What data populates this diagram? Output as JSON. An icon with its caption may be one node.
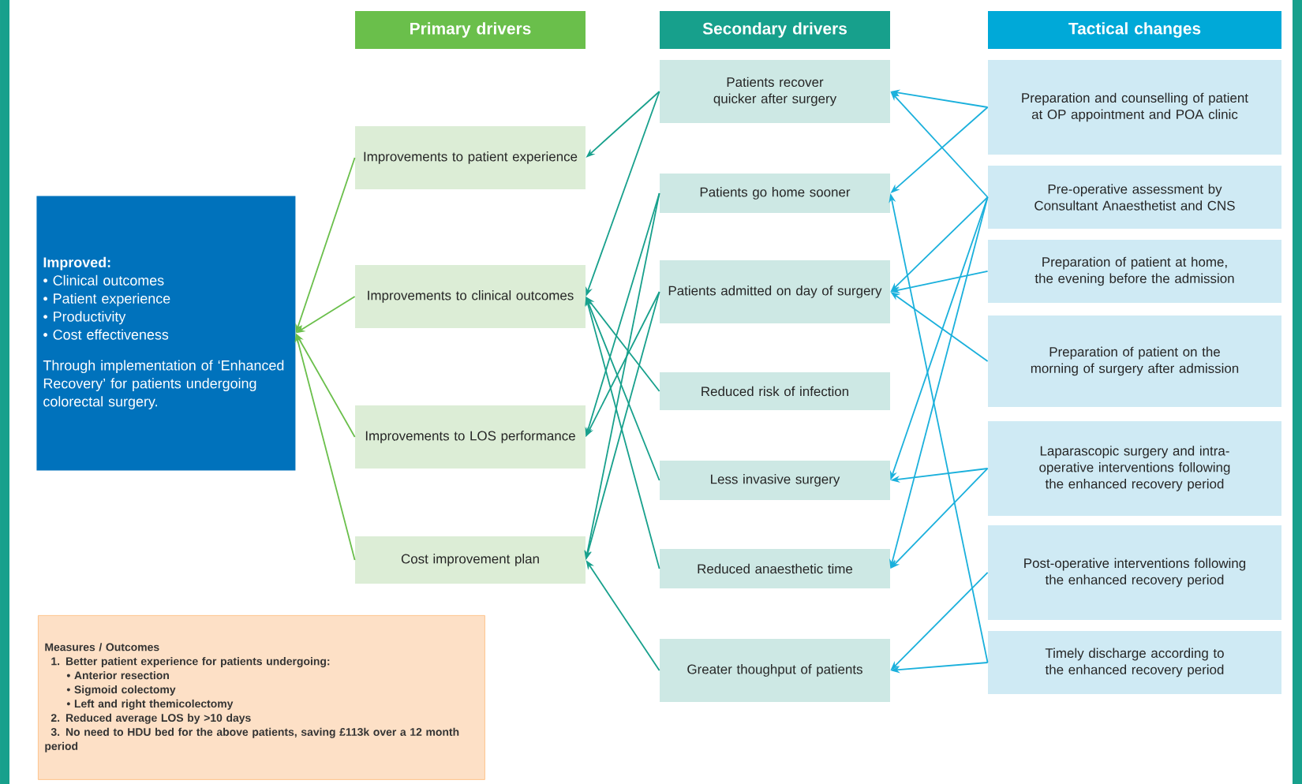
{
  "diagram": {
    "nodes": [
      {
        "text": [
          "Primary drivers"
        ]
      },
      {
        "text": [
          "Secondary drivers"
        ]
      },
      {
        "text": [
          "Tactical changes"
        ]
      },
      {
        "text": [
          "Improved:",
          "• Clinical outcomes",
          "• Patient experience",
          "• Productivity",
          "• Cost effectiveness",
          "Through implementation of ‘Enhanced Recovery’ for patients undergoing colorectal surgery."
        ]
      },
      {
        "text": [
          "Improvements to patient experience"
        ]
      },
      {
        "text": [
          "Improvements to clinical outcomes"
        ]
      },
      {
        "text": [
          "Improvements to LOS performance"
        ]
      },
      {
        "text": [
          "Cost improvement plan"
        ]
      },
      {
        "text": [
          "Patients recover quicker after surgery"
        ]
      },
      {
        "text": [
          "Patients go home sooner"
        ]
      },
      {
        "text": [
          "Patients admitted on day of surgery"
        ]
      },
      {
        "text": [
          "Reduced risk of infection"
        ]
      },
      {
        "text": [
          "Less invasive surgery"
        ]
      },
      {
        "text": [
          "Reduced anaesthetic time"
        ]
      },
      {
        "text": [
          "Greater thoughput of patients"
        ]
      },
      {
        "text": [
          "Preparation and counselling of patient at OP appointment and POA clinic"
        ]
      },
      {
        "text": [
          "Pre-operative assessment by Consultant Anaesthetist and CNS"
        ]
      },
      {
        "text": [
          "Preparation of patient at home, the evening before the admission"
        ]
      },
      {
        "text": [
          "Preparation of patient on the morning of surgery after admission"
        ]
      },
      {
        "text": [
          "Laparascopic surgery and intra-operative interventions following the enhanced recovery period"
        ]
      },
      {
        "text": [
          "Post-operative interventions following the enhanced recovery period"
        ]
      },
      {
        "text": [
          "Timely discharge according to the enhanced recovery period"
        ]
      },
      {
        "text": [
          "Measures / Outcomes",
          "1. Better patient experience for patients undergoing:",
          "• Anterior resection",
          "• Sigmoid colectomy",
          "• Left and right themicolectomy",
          "2. Reduced average LOS by >10 days",
          "3. No need to HDU bed for the above patients, saving £113k over a 12 month period"
        ]
      }
    ],
    "edges": [
      {
        "from": 4,
        "to": 3,
        "arrow": "to",
        "color": "#6abf4b"
      },
      {
        "from": 5,
        "to": 3,
        "arrow": "to",
        "color": "#6abf4b"
      },
      {
        "from": 6,
        "to": 3,
        "arrow": "to",
        "color": "#6abf4b"
      },
      {
        "from": 7,
        "to": 3,
        "arrow": "to",
        "color": "#6abf4b"
      },
      {
        "from": 8,
        "to": 4,
        "arrow": "to",
        "color": "#17a08c"
      },
      {
        "from": 8,
        "to": 5,
        "arrow": "to",
        "color": "#17a08c"
      },
      {
        "from": 9,
        "to": 6,
        "arrow": "to",
        "color": "#17a08c"
      },
      {
        "from": 9,
        "to": 7,
        "arrow": "to",
        "color": "#17a08c"
      },
      {
        "from": 10,
        "to": 6,
        "arrow": "to",
        "color": "#17a08c"
      },
      {
        "from": 10,
        "to": 7,
        "arrow": "to",
        "color": "#17a08c"
      },
      {
        "from": 11,
        "to": 5,
        "arrow": "to",
        "color": "#17a08c"
      },
      {
        "from": 12,
        "to": 5,
        "arrow": "to",
        "color": "#17a08c"
      },
      {
        "from": 13,
        "to": 5,
        "arrow": "to",
        "color": "#17a08c"
      },
      {
        "from": 14,
        "to": 7,
        "arrow": "to",
        "color": "#17a08c"
      },
      {
        "from": 15,
        "to": 8,
        "arrow": "to"
      },
      {
        "from": 15,
        "to": 9,
        "arrow": "to"
      },
      {
        "from": 16,
        "to": 8,
        "arrow": "to"
      },
      {
        "from": 16,
        "to": 10,
        "arrow": "to"
      },
      {
        "from": 16,
        "to": 12,
        "arrow": "to"
      },
      {
        "from": 16,
        "to": 13,
        "arrow": "to"
      },
      {
        "from": 17,
        "to": 10,
        "arrow": "to"
      },
      {
        "from": 18,
        "to": 10,
        "arrow": "to"
      },
      {
        "from": 19,
        "to": 12,
        "arrow": "to"
      },
      {
        "from": 19,
        "to": 13,
        "arrow": "to"
      },
      {
        "from": 20,
        "to": 14,
        "arrow": "to"
      },
      {
        "from": 21,
        "to": 9,
        "arrow": "to"
      },
      {
        "from": 21,
        "to": 14,
        "arrow": "to"
      }
    ]
  }
}
